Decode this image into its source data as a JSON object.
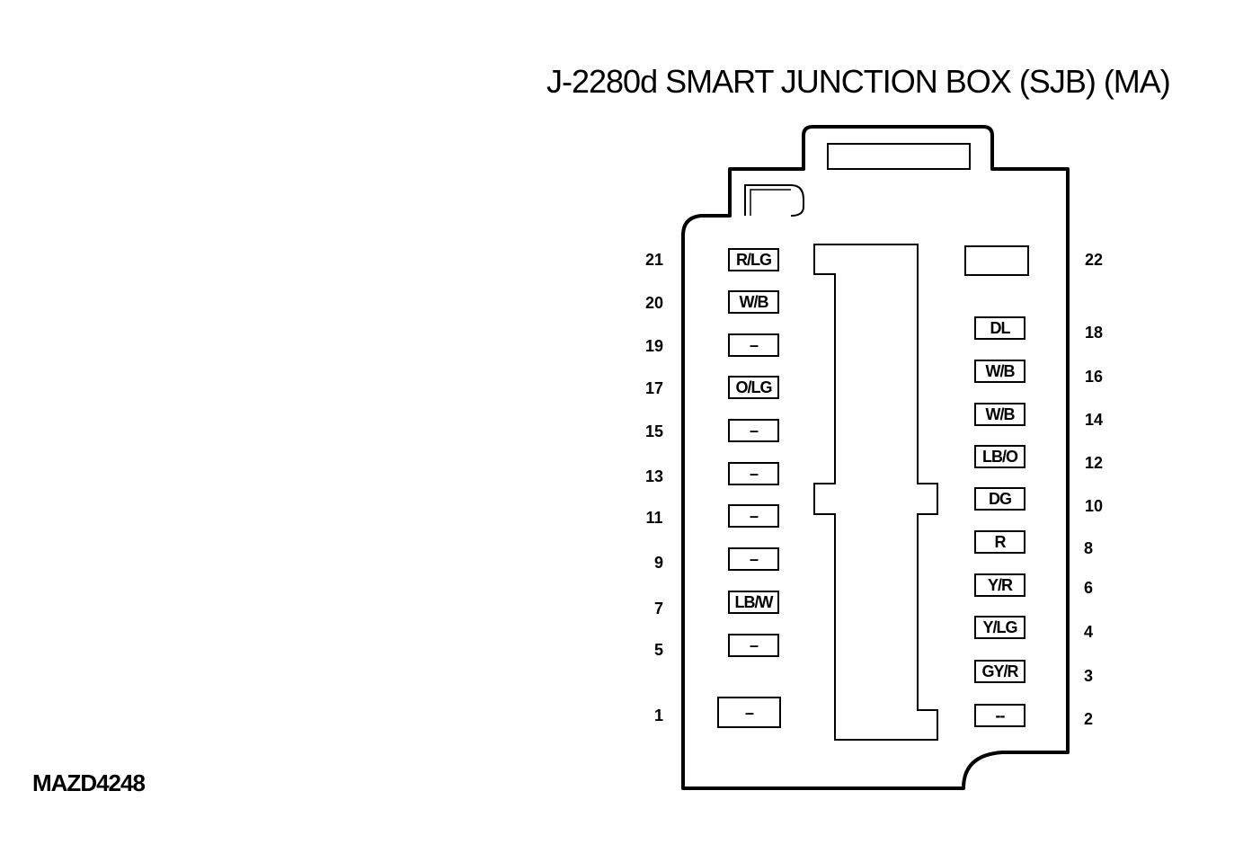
{
  "title": "J-2280d SMART JUNCTION BOX (SJB) (MA)",
  "figure_id": "MAZD4248",
  "left_pins": [
    {
      "number": "21",
      "color": "R/LG"
    },
    {
      "number": "20",
      "color": "W/B"
    },
    {
      "number": "19",
      "color": "–"
    },
    {
      "number": "17",
      "color": "O/LG"
    },
    {
      "number": "15",
      "color": "–"
    },
    {
      "number": "13",
      "color": "–"
    },
    {
      "number": "11",
      "color": "–"
    },
    {
      "number": "9",
      "color": "–"
    },
    {
      "number": "7",
      "color": "LB/W"
    },
    {
      "number": "5",
      "color": "–"
    },
    {
      "number": "1",
      "color": "–"
    }
  ],
  "right_pins": [
    {
      "number": "22",
      "color": ""
    },
    {
      "number": "18",
      "color": "DL"
    },
    {
      "number": "16",
      "color": "W/B"
    },
    {
      "number": "14",
      "color": "W/B"
    },
    {
      "number": "12",
      "color": "LB/O"
    },
    {
      "number": "10",
      "color": "DG"
    },
    {
      "number": "8",
      "color": "R"
    },
    {
      "number": "6",
      "color": "Y/R"
    },
    {
      "number": "4",
      "color": "Y/LG"
    },
    {
      "number": "3",
      "color": "GY/R"
    },
    {
      "number": "2",
      "color": "--"
    }
  ]
}
